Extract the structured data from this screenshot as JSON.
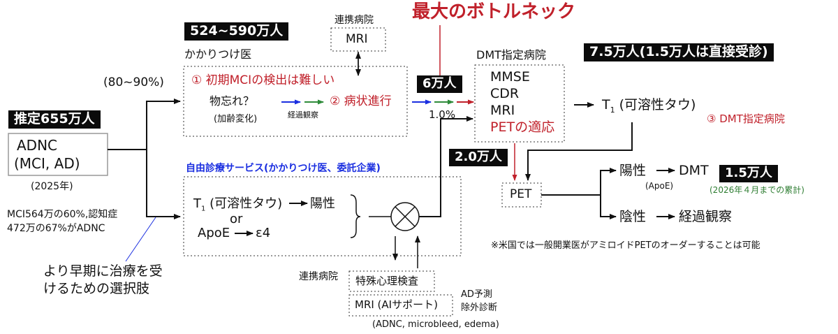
{
  "top": {
    "bottleneck_title": "最大のボトルネック",
    "population_range": "524~590万人",
    "kakaritsuke": "かかりつけ医",
    "renkei_top": "連携病院",
    "mri_top": "MRI",
    "dmt_hospital": "DMT指定病院",
    "dmt_count": "7.5万人(1.5万人は直接受診)"
  },
  "left": {
    "estimate": "推定655万人",
    "adnc": "ADNC",
    "mci_ad": "(MCI, AD)",
    "year": "(2025年)",
    "pct_80_90": "(80~90%)",
    "mci_note1": "MCI564万の60%,認知症",
    "mci_note2": "472万の67%がADNC",
    "early1": "より早期に治療を受",
    "early2": "けるための選択肢"
  },
  "gp_box": {
    "item1": "① 初期MCIの検出は難しい",
    "forgetful": "物忘れ？",
    "aging": "(加齢変化)",
    "observation": "経過観察",
    "item2": "② 病状進行"
  },
  "mid": {
    "six_man": "6万人",
    "one_pct": "1.0%",
    "two_man": "2.0万人"
  },
  "dmt_box": {
    "mmse": "MMSE",
    "cdr": "CDR",
    "mri": "MRI",
    "pet": "PETの適応"
  },
  "right": {
    "t1_prefix": "T",
    "t1_sub": "1",
    "t1_suffix": " (可溶性タウ)",
    "dmt_label": "③ DMT指定病院",
    "pet": "PET",
    "positive": "陽性",
    "dmt": "DMT",
    "apoe": "(ApoE)",
    "count_15": "1.5万人",
    "cumulative": "(2026年４月までの累計)",
    "negative": "陰性",
    "observation": "経過観察",
    "us_note": "※米国では一般開業医がアミロイドPETのオーダーすることは可能"
  },
  "free_service": {
    "title": "自由診療サービス(かかりつけ医、委託企業)",
    "t1_prefix": "T",
    "t1_sub": "1",
    "t1_suffix": " (可溶性タウ)",
    "positive": "陽性",
    "or": "or",
    "apoe": "ApoE",
    "e4": "ε4"
  },
  "bottom": {
    "renkei": "連携病院",
    "special_test": "特殊心理検査",
    "mri_ai": "MRI (AIサポート)",
    "ad_predict": "AD予測",
    "exclusion": "除外診断",
    "findings": "(ADNC, microbleed, edema)"
  }
}
